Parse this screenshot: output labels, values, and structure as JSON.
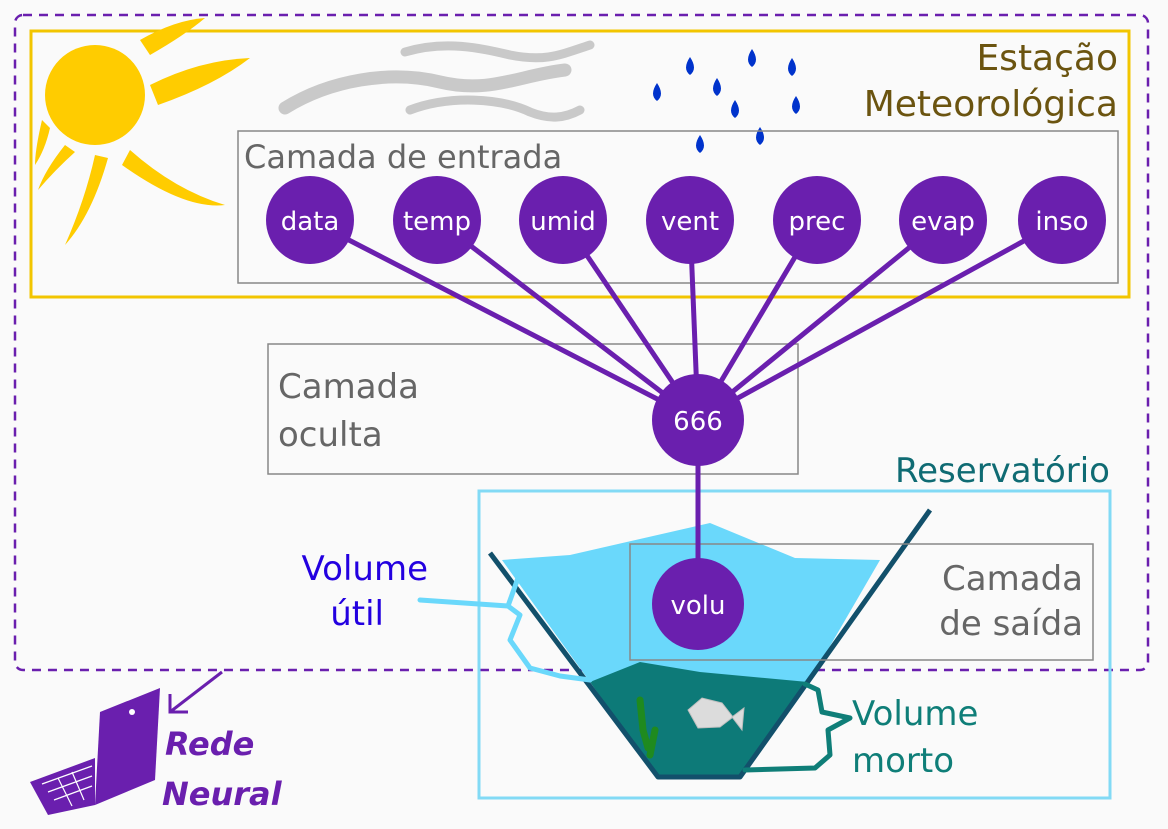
{
  "station": {
    "title_line1": "Estação",
    "title_line2": "Meteorológica"
  },
  "input_layer": {
    "label": "Camada de entrada",
    "nodes": [
      "data",
      "temp",
      "umid",
      "vent",
      "prec",
      "evap",
      "inso"
    ]
  },
  "hidden_layer": {
    "label_line1": "Camada",
    "label_line2": "oculta",
    "node": "666"
  },
  "output_layer": {
    "label_line1": "Camada",
    "label_line2": "de saída",
    "node": "volu"
  },
  "reservoir": {
    "title": "Reservatório",
    "useful_volume_line1": "Volume",
    "useful_volume_line2": "útil",
    "dead_volume_line1": "Volume",
    "dead_volume_line2": "morto"
  },
  "network": {
    "title_line1": "Rede",
    "title_line2": "Neural"
  },
  "colors": {
    "node": "#6a1fae",
    "station_frame": "#f2c500",
    "station_text": "#6b5410",
    "network_frame": "#6a1fae",
    "reservoir_frame": "#82daf5",
    "reservoir_text": "#0f6b73",
    "useful_water": "#6ad8fb",
    "dead_water": "#0d7a78",
    "useful_label": "#2300e0",
    "dead_label": "#0f7e78"
  }
}
